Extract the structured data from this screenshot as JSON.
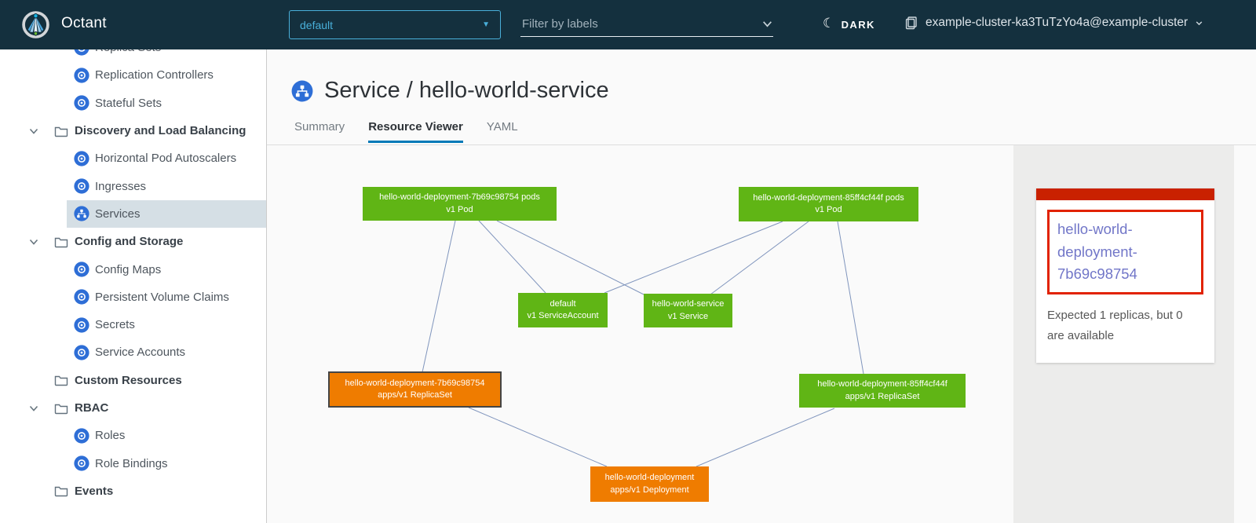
{
  "colors": {
    "header_bg": "#14303e",
    "accent_blue": "#49afd9",
    "tab_underline": "#0079b8",
    "node_ok": "#60b515",
    "node_warning": "#ef7c00",
    "node_selected_border": "#454545",
    "edge": "#8095bd",
    "danger_red": "#e12200",
    "danger_bar": "#c92100",
    "link": "#7176c8",
    "sidebar_selected_bg": "#d5dfe5"
  },
  "header": {
    "app_title": "Octant",
    "namespace_selector": {
      "value": "default"
    },
    "label_filter": {
      "placeholder": "Filter by labels"
    },
    "theme_toggle_label": "DARK",
    "context_switcher": "example-cluster-ka3TuTzYo4a@example-cluster"
  },
  "sidebar": {
    "items": [
      {
        "label": "Replica Sets",
        "type": "resource"
      },
      {
        "label": "Replication Controllers",
        "type": "resource"
      },
      {
        "label": "Stateful Sets",
        "type": "resource"
      },
      {
        "label": "Discovery and Load Balancing",
        "type": "group",
        "expanded": true
      },
      {
        "label": "Horizontal Pod Autoscalers",
        "type": "resource"
      },
      {
        "label": "Ingresses",
        "type": "resource"
      },
      {
        "label": "Services",
        "type": "resource",
        "selected": true
      },
      {
        "label": "Config and Storage",
        "type": "group",
        "expanded": true
      },
      {
        "label": "Config Maps",
        "type": "resource"
      },
      {
        "label": "Persistent Volume Claims",
        "type": "resource"
      },
      {
        "label": "Secrets",
        "type": "resource"
      },
      {
        "label": "Service Accounts",
        "type": "resource"
      },
      {
        "label": "Custom Resources",
        "type": "group"
      },
      {
        "label": "RBAC",
        "type": "group",
        "expanded": true
      },
      {
        "label": "Roles",
        "type": "resource"
      },
      {
        "label": "Role Bindings",
        "type": "resource"
      },
      {
        "label": "Events",
        "type": "group"
      }
    ]
  },
  "page": {
    "title": "Service / hello-world-service",
    "tabs": [
      {
        "label": "Summary",
        "active": false
      },
      {
        "label": "Resource Viewer",
        "active": true
      },
      {
        "label": "YAML",
        "active": false
      }
    ]
  },
  "graph": {
    "nodes": [
      {
        "name": "hello-world-deployment-7b69c98754 pods",
        "meta": "v1 Pod",
        "status": "ok"
      },
      {
        "name": "hello-world-deployment-85ff4cf44f pods",
        "meta": "v1 Pod",
        "status": "ok"
      },
      {
        "name": "default",
        "meta": "v1 ServiceAccount",
        "status": "ok"
      },
      {
        "name": "hello-world-service",
        "meta": "v1 Service",
        "status": "ok"
      },
      {
        "name": "hello-world-deployment-7b69c98754",
        "meta": "apps/v1 ReplicaSet",
        "status": "warning",
        "selected": true
      },
      {
        "name": "hello-world-deployment-85ff4cf44f",
        "meta": "apps/v1 ReplicaSet",
        "status": "ok"
      },
      {
        "name": "hello-world-deployment",
        "meta": "apps/v1 Deployment",
        "status": "warning"
      }
    ],
    "edges": [
      [
        580,
        281,
        538,
        474
      ],
      [
        610,
        281,
        695,
        373
      ],
      [
        633,
        281,
        820,
        375
      ],
      [
        997,
        282,
        770,
        373
      ],
      [
        1030,
        282,
        905,
        375
      ],
      [
        1067,
        282,
        1100,
        476
      ],
      [
        597,
        519,
        773,
        594
      ],
      [
        1063,
        520,
        887,
        594
      ]
    ]
  },
  "detail_panel": {
    "selected_resource": "hello-world-deployment-7b69c98754",
    "status_message": "Expected 1 replicas, but 0 are available"
  }
}
